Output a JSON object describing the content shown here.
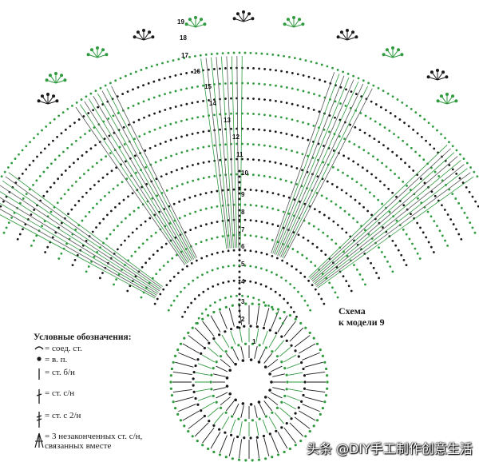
{
  "diagram": {
    "caption_line1": "Схема",
    "caption_line2": "к модели 9",
    "row_numbers": [
      "1",
      "2",
      "3",
      "4",
      "5",
      "6",
      "7",
      "8",
      "9",
      "10",
      "11",
      "12",
      "13",
      "14",
      "15",
      "16",
      "17",
      "18",
      "19"
    ]
  },
  "legend": {
    "title": "Условные обозначения:",
    "items": [
      {
        "icon": "slip-stitch-icon",
        "label": "= соед. ст."
      },
      {
        "icon": "chain-stitch-icon",
        "label": "= в. п."
      },
      {
        "icon": "single-crochet-icon",
        "label": "= ст. б/н"
      },
      {
        "icon": "double-crochet-icon",
        "label": "= ст. с/н"
      },
      {
        "icon": "treble-crochet-icon",
        "label": "= ст. с 2/н"
      },
      {
        "icon": "cluster-stitch-icon",
        "label": "= 3 незаконченных ст. с/н, связанных вместе"
      }
    ]
  },
  "watermark": {
    "text": "头条 @DIY手工制作创意生活"
  },
  "colors": {
    "black": "#1a1a1a",
    "green": "#2f9a3e",
    "gray": "#555555"
  }
}
